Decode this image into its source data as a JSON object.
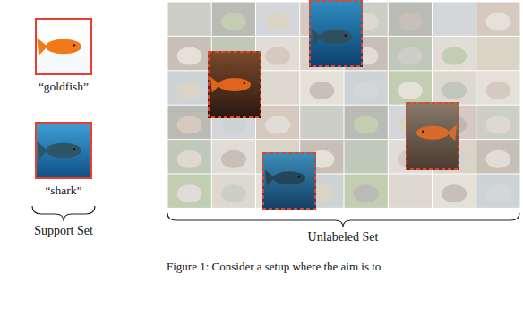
{
  "diagram": {
    "caption": "Figure 1: Consider a setup where the aim is to",
    "nodes": [
      {
        "text": [
          "“goldfish”"
        ]
      },
      {
        "text": [
          "“shark”"
        ]
      }
    ],
    "labels": [
      "Support Set",
      "Unlabeled Set"
    ]
  }
}
